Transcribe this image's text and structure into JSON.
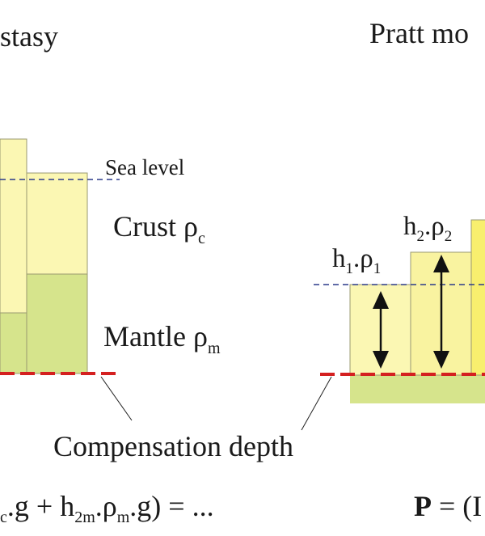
{
  "labels": {
    "airy_title_fragment": "stasy",
    "pratt_title_fragment": "Pratt mo",
    "sea_level": "Sea level",
    "crust": "Crust ρ",
    "crust_sub": "c",
    "mantle": "Mantle ρ",
    "mantle_sub": "m",
    "h1_h": "h",
    "h1_sub": "1",
    "h1_rho": ".ρ",
    "h1_rho_sub": "1",
    "h2_h": "h",
    "h2_sub": "2",
    "h2_rho": ".ρ",
    "h2_rho_sub": "2",
    "compensation_depth": "Compensation depth",
    "eq_left_a": "c",
    "eq_left_b": ".g + h",
    "eq_left_sub1": "2m",
    "eq_left_c": ".ρ",
    "eq_left_sub2": "m",
    "eq_left_d": ".g) = ...",
    "eq_right_p": "P",
    "eq_right_rest": " = (I"
  },
  "colors": {
    "crust": "#fbf7b3",
    "crust_bright": "#f8ef6e",
    "mantle": "#d6e48c",
    "sea_level_line": "#2b3a8a",
    "compensation_line": "#d42020",
    "outline": "#9a9a70"
  }
}
